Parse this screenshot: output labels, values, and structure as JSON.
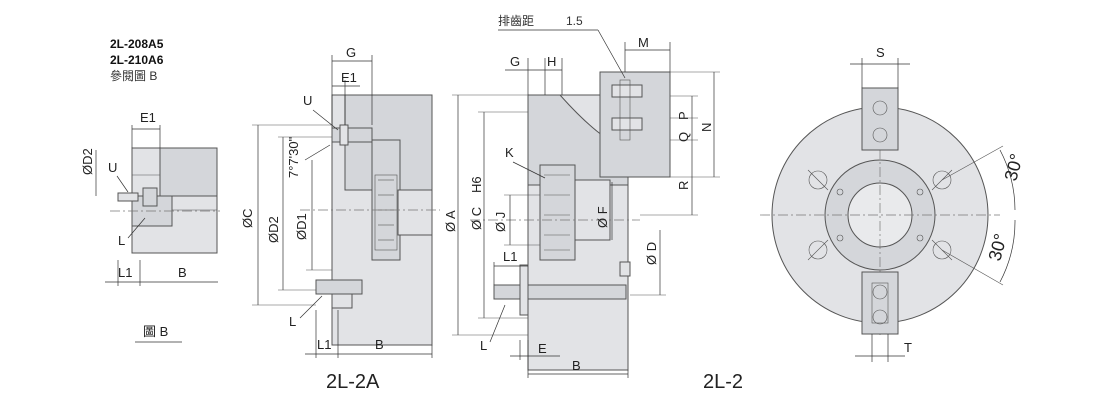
{
  "models": {
    "line1": "2L-208A5",
    "line2": "2L-210A6",
    "ref": "參閱圖 B"
  },
  "figure_b": {
    "caption": "圖 B",
    "labels": {
      "e1": "E1",
      "d2": "ØD2",
      "u": "U",
      "l": "L",
      "l1": "L1",
      "b": "B"
    }
  },
  "view_2l2a": {
    "caption": "2L-2A",
    "labels": {
      "g": "G",
      "e1": "E1",
      "u": "U",
      "angle": "7°7'30\"",
      "c": "ØC",
      "d2": "ØD2",
      "d1": "ØD1",
      "l": "L",
      "l1": "L1",
      "b": "B"
    }
  },
  "view_2l2": {
    "caption": "2L-2",
    "pitch_label": "排齒距",
    "pitch_value": "1.5",
    "labels": {
      "m": "M",
      "g": "G",
      "h": "H",
      "p": "P",
      "q": "Q",
      "n": "N",
      "k": "K",
      "r": "R",
      "a": "Ø A",
      "c": "Ø C",
      "h6": "H6",
      "j": "Ø J",
      "f": "Ø F",
      "d": "Ø D",
      "l1": "L1",
      "l": "L",
      "e": "E",
      "b": "B"
    }
  },
  "front_view": {
    "labels": {
      "s": "S",
      "t": "T",
      "angle_top": "30°",
      "angle_bottom": "30°"
    }
  }
}
